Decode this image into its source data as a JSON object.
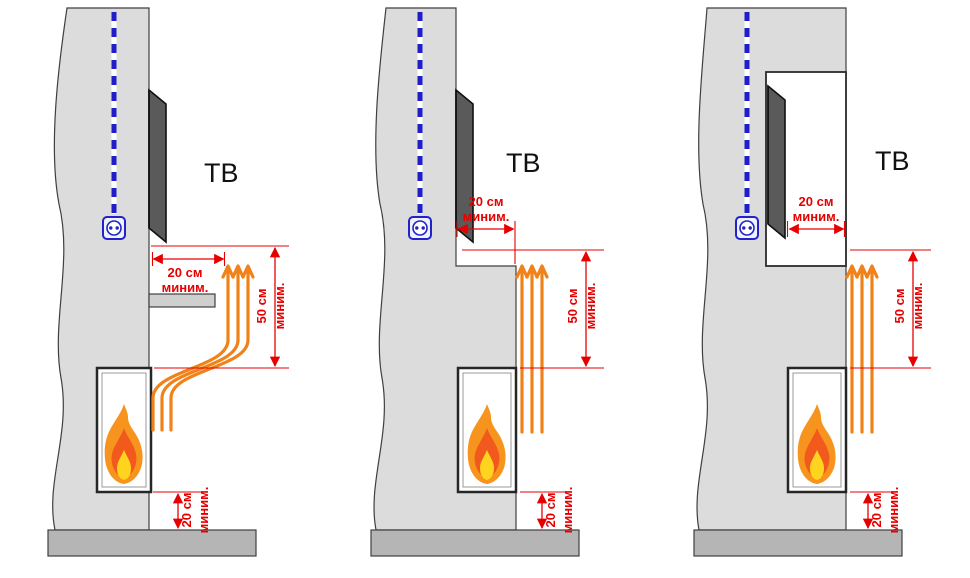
{
  "colors": {
    "wall": "#dcdcdc",
    "floor": "#b5b5b5",
    "outline": "#3f3f3f",
    "tv_screen": "#5a5a5a",
    "dimension_red": "#e60000",
    "airflow_orange": "#f08219",
    "cable_blue": "#1f1fc8",
    "flame_outer": "#f7941e",
    "flame_mid": "#f2591c",
    "flame_core": "#ffd41f"
  },
  "panels": [
    {
      "tv_label": "ТВ",
      "dim_top": {
        "value": "20 см",
        "qualifier": "миним."
      },
      "dim_side": {
        "value": "50 см",
        "qualifier": "миним."
      },
      "dim_bottom": {
        "value": "20 см",
        "qualifier": "миним."
      }
    },
    {
      "tv_label": "ТВ",
      "dim_top": {
        "value": "20 см",
        "qualifier": "миним."
      },
      "dim_side": {
        "value": "50 см",
        "qualifier": "миним."
      },
      "dim_bottom": {
        "value": "20 см",
        "qualifier": "миним."
      }
    },
    {
      "tv_label": "ТВ",
      "dim_top": {
        "value": "20 см",
        "qualifier": "миним."
      },
      "dim_side": {
        "value": "50 см",
        "qualifier": "миним."
      },
      "dim_bottom": {
        "value": "20 см",
        "qualifier": "миним."
      }
    }
  ]
}
